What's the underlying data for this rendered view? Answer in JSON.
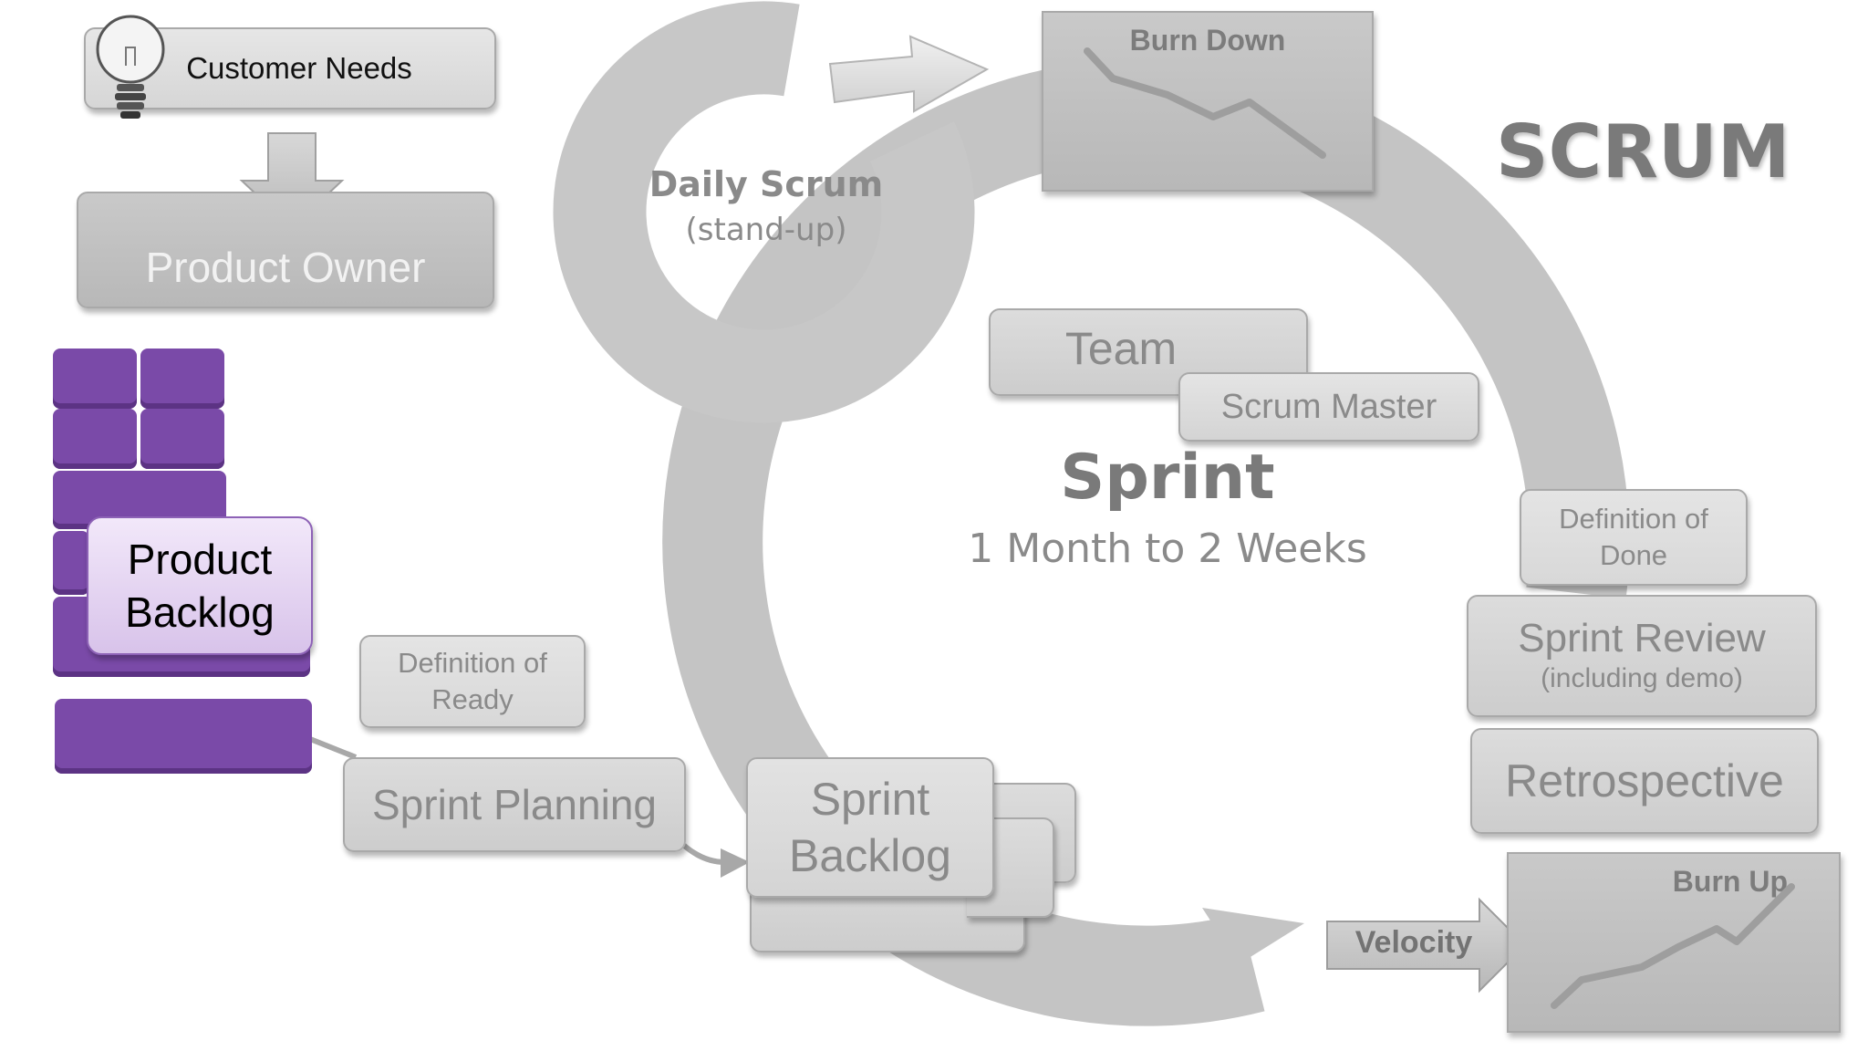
{
  "title": "SCRUM",
  "customer_needs": "Customer Needs",
  "product_owner": "Product Owner",
  "product_backlog": [
    "Product",
    "Backlog"
  ],
  "definition_of_ready": [
    "Definition of",
    "Ready"
  ],
  "sprint_planning": "Sprint Planning",
  "sprint_backlog": [
    "Sprint",
    "Backlog"
  ],
  "daily_scrum": {
    "title": "Daily Scrum",
    "subtitle": "(stand-up)"
  },
  "burn_down": "Burn Down",
  "team": "Team",
  "scrum_master": "Scrum Master",
  "sprint": {
    "title": "Sprint",
    "subtitle": "1 Month to 2 Weeks"
  },
  "definition_of_done": [
    "Definition of",
    "Done"
  ],
  "sprint_review": {
    "title": "Sprint Review",
    "subtitle": "(including demo)"
  },
  "retrospective": "Retrospective",
  "velocity": "Velocity",
  "burn_up": "Burn Up",
  "colors": {
    "backlog_purple": "#7a4aa8",
    "backlog_label_bg": "#e3d3f0",
    "ring_gray": "#c4c4c4",
    "text_gray": "#8a8a8a",
    "title_gray": "#7a7a7a"
  },
  "icons": [
    "lightbulb-icon",
    "down-arrow-icon",
    "right-arrow-icon",
    "burn-down-line-icon",
    "burn-up-line-icon"
  ]
}
